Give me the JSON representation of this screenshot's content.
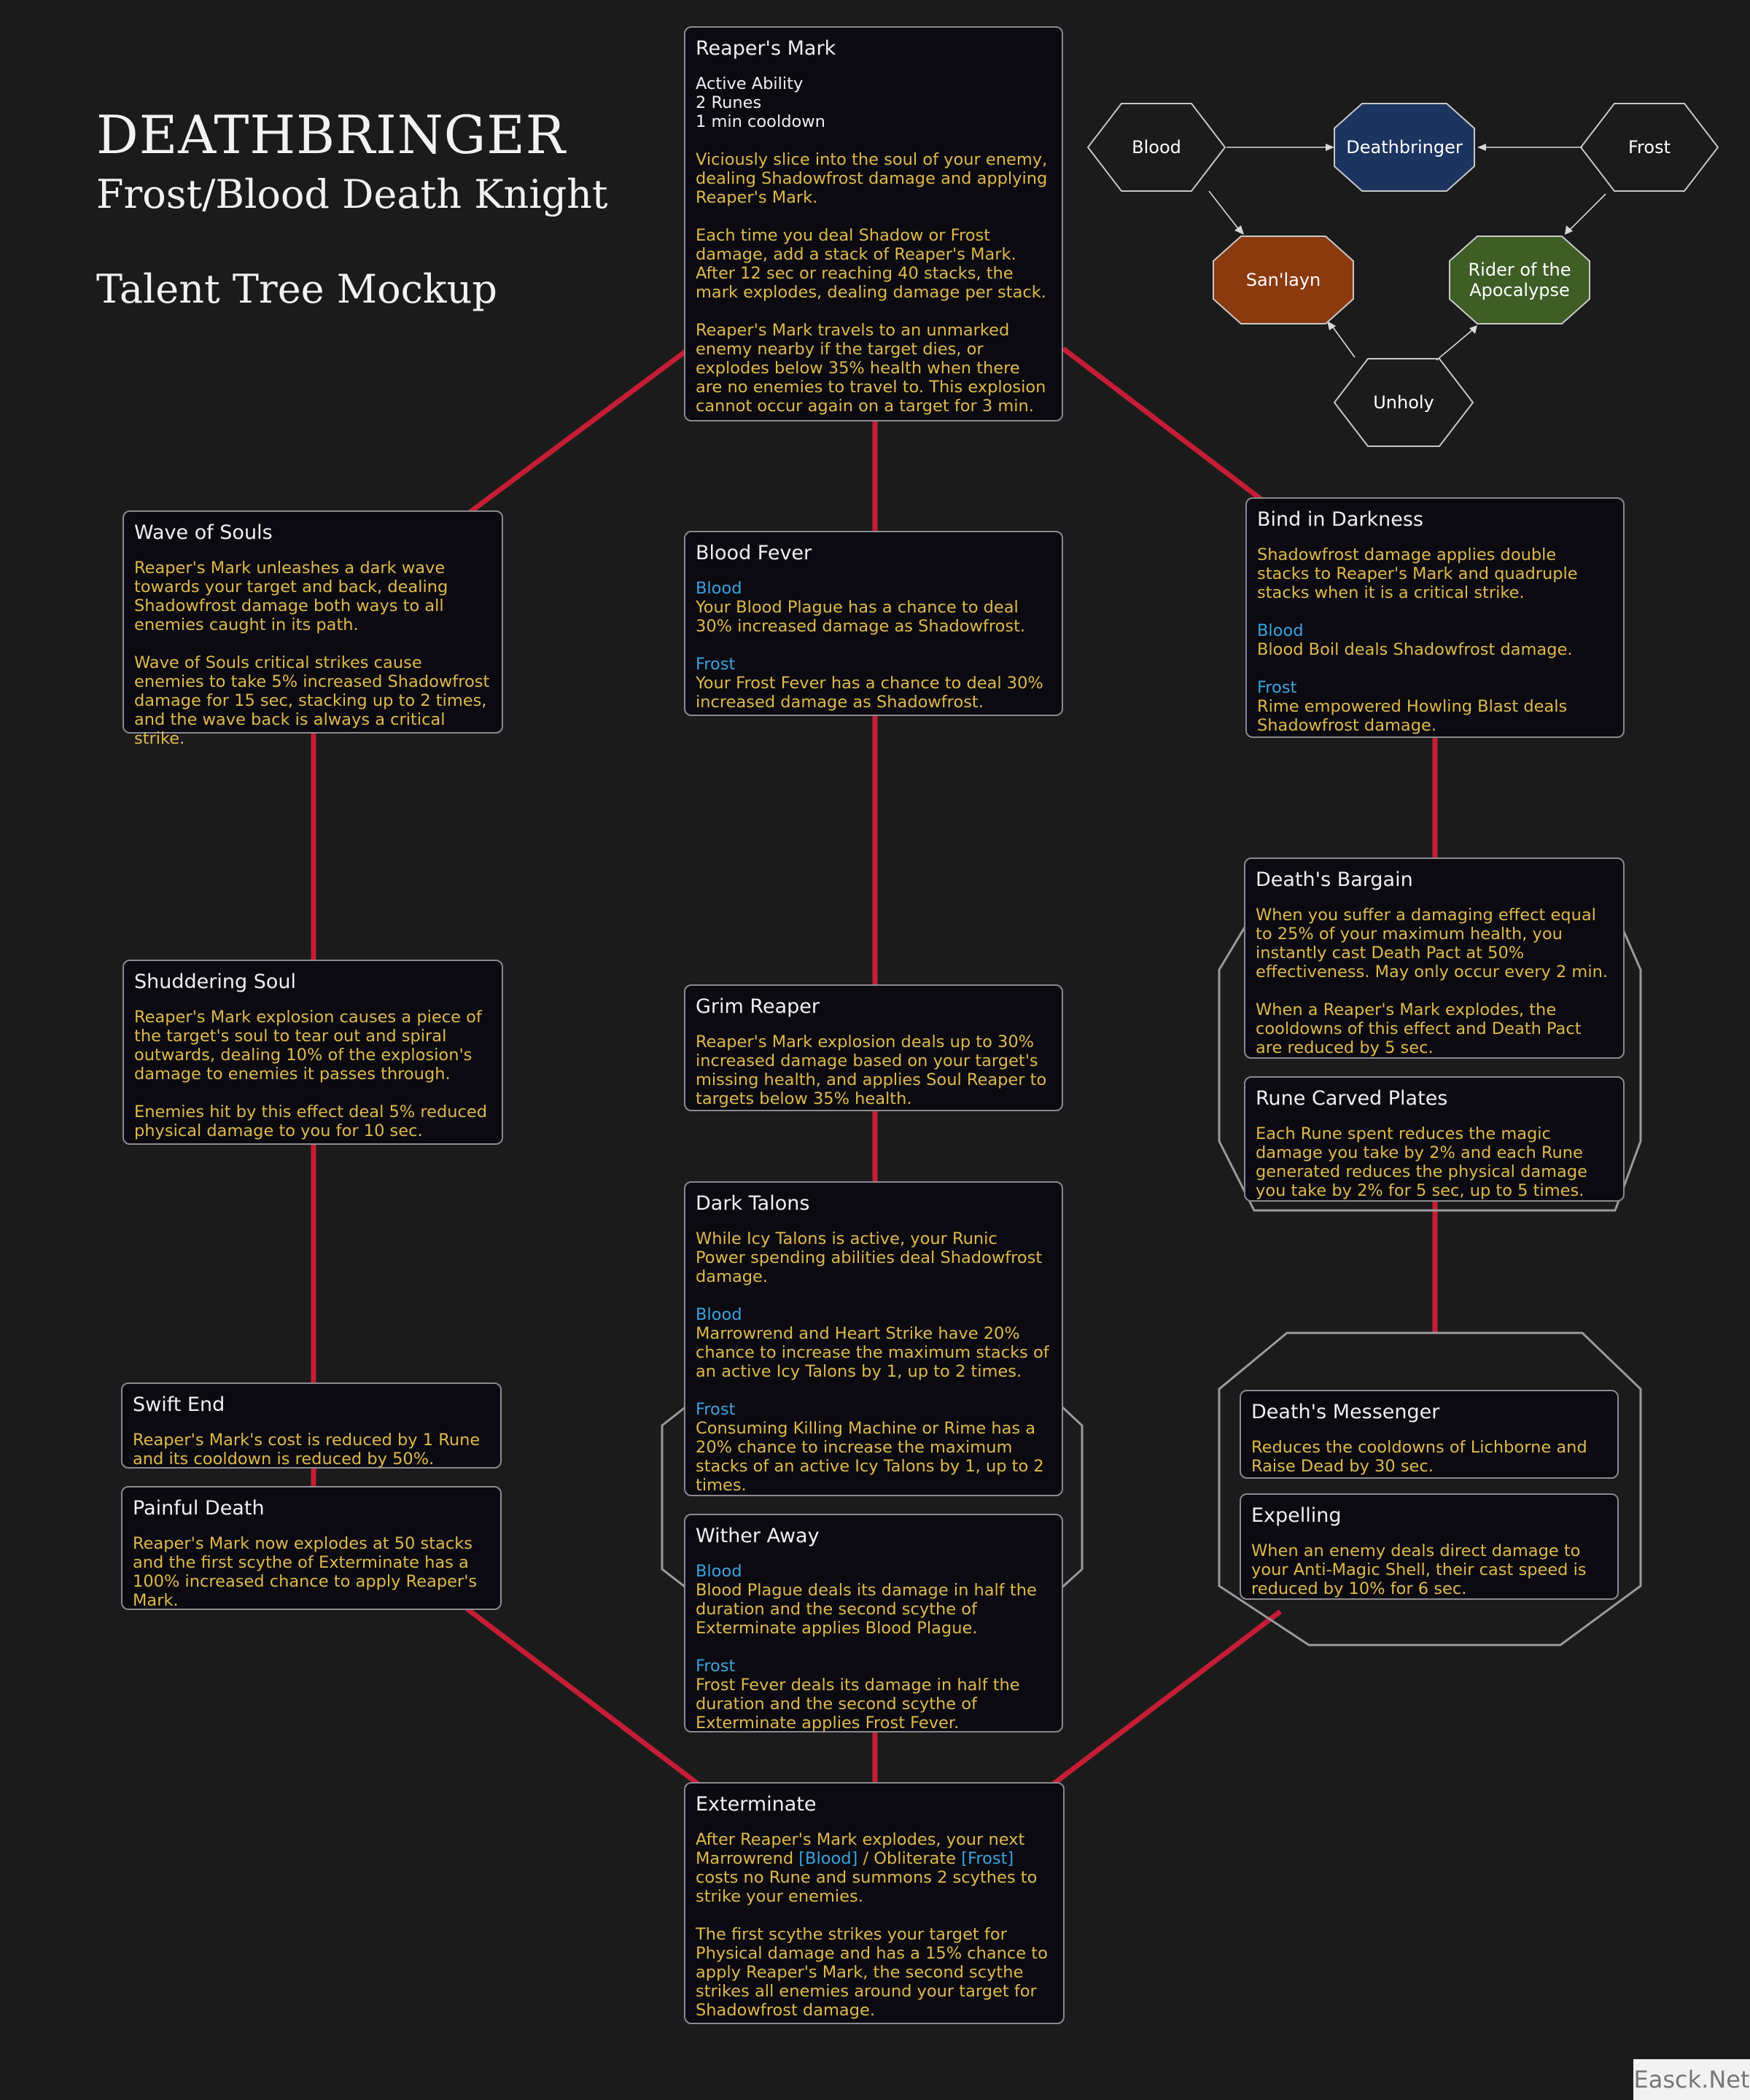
{
  "header": {
    "title": "DEATHBRINGER",
    "subtitle": "Frost/Blood Death Knight",
    "caption": "Talent Tree Mockup"
  },
  "legend": {
    "blood": "Blood",
    "deathbringer": "Deathbringer",
    "frost": "Frost",
    "sanlayn": "San'layn",
    "rider": "Rider of the Apocalypse",
    "unholy": "Unholy"
  },
  "colors": {
    "connector": "#c51d35",
    "card_text": "#e0b84a",
    "spec_label": "#3aa3e0",
    "deathbringer_fill": "#1c3460",
    "sanlayn_fill": "#8b3a0e",
    "rider_fill": "#3e5e26"
  },
  "cards": {
    "reapers_mark": {
      "title": "Reaper's Mark",
      "type": "Active Ability",
      "cost": "2 Runes",
      "cooldown": "1 min cooldown",
      "p1": "Viciously slice into the soul of your enemy, dealing Shadowfrost damage and applying Reaper's Mark.",
      "p2": "Each time you deal Shadow or Frost damage, add a stack of Reaper's Mark. After 12 sec or reaching 40 stacks, the mark explodes, dealing damage per stack.",
      "p3": "Reaper's Mark travels to an unmarked enemy nearby if the target dies, or explodes below 35% health when there are no enemies to travel to. This explosion cannot occur again on a target for 3 min."
    },
    "wave_of_souls": {
      "title": "Wave of Souls",
      "p1": "Reaper's Mark unleashes a dark wave towards your target and back, dealing Shadowfrost damage both ways to all enemies caught in its path.",
      "p2": "Wave of Souls critical strikes cause enemies to take 5% increased Shadowfrost damage for 15 sec, stacking up to 2 times, and the wave back is always a critical strike."
    },
    "blood_fever": {
      "title": "Blood Fever",
      "blood_label": "Blood",
      "blood_text": "Your Blood Plague has a chance to deal 30% increased damage as Shadowfrost.",
      "frost_label": "Frost",
      "frost_text": "Your Frost Fever has a chance to deal 30% increased damage as Shadowfrost."
    },
    "bind_in_darkness": {
      "title": "Bind in Darkness",
      "p1": "Shadowfrost damage applies double stacks to Reaper's Mark and quadruple stacks when it is a critical strike.",
      "blood_label": "Blood",
      "blood_text": "Blood Boil deals Shadowfrost damage.",
      "frost_label": "Frost",
      "frost_text": "Rime empowered Howling Blast deals Shadowfrost damage."
    },
    "deaths_bargain": {
      "title": "Death's Bargain",
      "p1": "When you suffer a damaging effect equal to 25% of your maximum health, you instantly cast Death Pact at 50% effectiveness. May only occur every 2 min.",
      "p2": "When a Reaper's Mark explodes, the cooldowns of this effect and Death Pact are reduced by 5 sec."
    },
    "rune_carved_plates": {
      "title": "Rune Carved Plates",
      "p1": "Each Rune spent reduces the magic damage you take by 2% and each Rune generated reduces the physical damage you take by 2% for 5 sec, up to 5 times."
    },
    "shuddering_soul": {
      "title": "Shuddering Soul",
      "p1": "Reaper's Mark explosion causes a piece of the target's soul to tear out and spiral outwards, dealing 10% of the explosion's damage to enemies it passes through.",
      "p2": "Enemies hit by this effect deal 5% reduced physical damage to you for 10 sec."
    },
    "grim_reaper": {
      "title": "Grim Reaper",
      "p1": "Reaper's Mark explosion deals up to 30% increased damage based on your target's missing health, and applies Soul Reaper to targets below 35% health."
    },
    "dark_talons": {
      "title": "Dark Talons",
      "p1": "While Icy Talons is active, your Runic Power spending abilities deal Shadowfrost damage.",
      "blood_label": "Blood",
      "blood_text": "Marrowrend and Heart Strike have 20% chance to increase the maximum stacks of an active Icy Talons by 1, up to 2 times.",
      "frost_label": "Frost",
      "frost_text": "Consuming Killing Machine or Rime has a 20% chance to increase the maximum stacks of an active Icy Talons by 1, up to 2 times."
    },
    "wither_away": {
      "title": "Wither Away",
      "blood_label": "Blood",
      "blood_text": "Blood Plague deals its damage in half the duration and the second scythe of Exterminate applies Blood Plague.",
      "frost_label": "Frost",
      "frost_text": "Frost Fever deals its damage in half the duration and the second scythe of Exterminate applies Frost Fever."
    },
    "swift_end": {
      "title": "Swift End",
      "p1": "Reaper's Mark's cost is reduced by 1 Rune and its cooldown is reduced by 50%."
    },
    "painful_death": {
      "title": "Painful Death",
      "p1": "Reaper's Mark now explodes at 50 stacks and the first scythe of Exterminate has a 100% increased chance to apply Reaper's Mark."
    },
    "deaths_messenger": {
      "title": "Death's Messenger",
      "p1": "Reduces the cooldowns of Lichborne and Raise Dead by 30 sec."
    },
    "expelling": {
      "title": "Expelling",
      "p1": "When an enemy deals direct damage to your Anti-Magic Shell, their cast speed is reduced by 10% for 6 sec."
    },
    "exterminate": {
      "title": "Exterminate",
      "p1_a": "After Reaper's Mark explodes, your next Marrowrend",
      "p1_tag1": "[Blood]",
      "p1_b": "/ Obliterate",
      "p1_tag2": "[Frost]",
      "p1_c": "costs no Rune and summons 2 scythes to strike your enemies.",
      "p2": "The first scythe strikes your target for Physical damage and has a 15% chance to apply Reaper's Mark, the second scythe strikes all enemies around your target for Shadowfrost damage."
    }
  },
  "watermark": "Easck.Net"
}
